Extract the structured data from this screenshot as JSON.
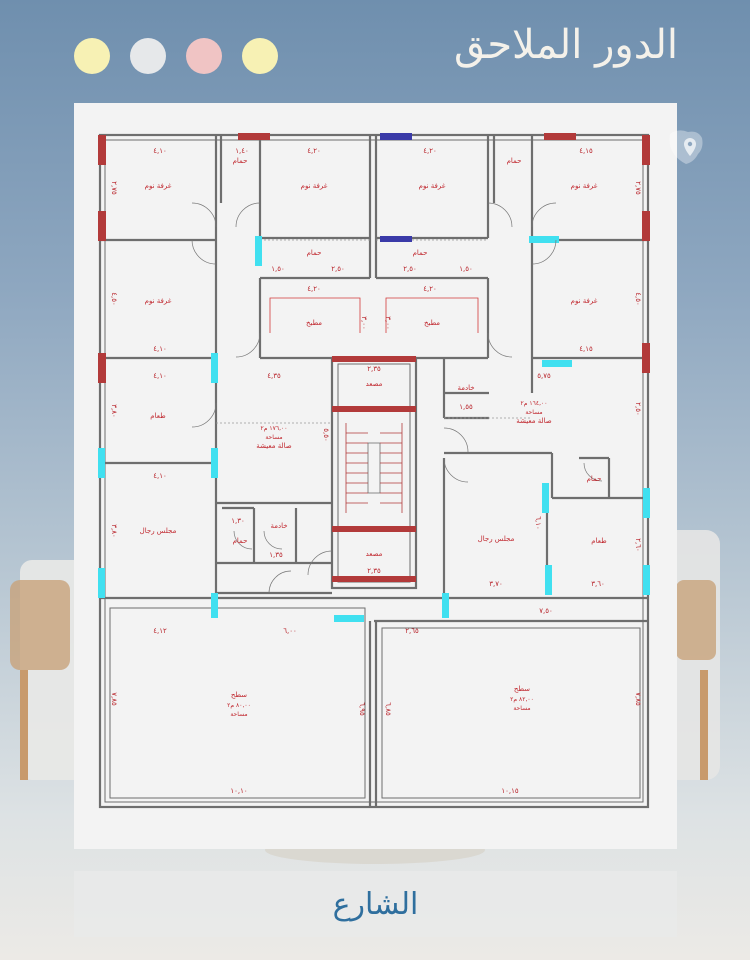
{
  "header": {
    "title": "الدور الملاحق",
    "dot_colors": [
      "#f7f1b4",
      "#e6e8ea",
      "#f0c4c4",
      "#f7f1b4"
    ]
  },
  "footer": {
    "street_label": "الشارع"
  },
  "colors": {
    "wall": "#6e6e6e",
    "label": "#c0262d",
    "window": "#40e0f0",
    "door_red": "#b23a3a",
    "door_blue": "#3a3aa8"
  },
  "rooms": {
    "bed_tl": "غرفة نوم",
    "bed_tc1": "غرفة نوم",
    "bed_tc2": "غرفة نوم",
    "bed_tr": "غرفة نوم",
    "bed_ml": "غرفة نوم",
    "bed_mr": "غرفة نوم",
    "bath_1": "حمام",
    "bath_2": "حمام",
    "bath_3": "حمام",
    "bath_4": "حمام",
    "bath_5": "حمام",
    "bath_6": "حمام",
    "kitchen_l": "مطبخ",
    "kitchen_r": "مطبخ",
    "elevator_top": "مصعد",
    "elevator_bot": "مصعد",
    "maid_r": "خادمة",
    "maid_l": "خادمة",
    "dining_l": "طعام",
    "dining_r": "طعام",
    "living_l": "صالة معيشة",
    "living_r": "صالة معيشة",
    "majlis_l": "مجلس رجال",
    "majlis_r": "مجلس رجال",
    "roof_l": "سطح",
    "roof_r": "سطح",
    "area_word": "مساحة",
    "living_l_area": "١٧٦,٠٠ م٢",
    "living_r_area": "١٦٤,٠٠ م٢",
    "roof_l_area": "٨٠,٠٠ م٢",
    "roof_r_area": "٨٢,٠٠ م٢"
  },
  "dims": {
    "d_410_a": "٤,١٠",
    "d_410_b": "٤,١٠",
    "d_410_c": "٤,١٠",
    "d_410_d": "٤,١٠",
    "d_140": "١,٤٠",
    "d_420_a": "٤,٢٠",
    "d_420_b": "٤,٢٠",
    "d_420_c": "٤,٢٠",
    "d_420_d": "٤,٢٠",
    "d_415_a": "٤,١٥",
    "d_415_b": "٤,١٥",
    "d_275_a": "٢,٧٥",
    "d_275_b": "٢,٧٥",
    "d_450_a": "٤,٥٠",
    "d_450_b": "٤,٥٠",
    "d_150_a": "١,٥٠",
    "d_250_a": "٢,٥٠",
    "d_250_b": "٢,٥٠",
    "d_150_b": "١,٥٠",
    "d_300_a": "٣,٠٠",
    "d_300_b": "٣,٠٠",
    "d_435": "٤,٣٥",
    "d_235_a": "٢,٣٥",
    "d_235_b": "٢,٣٥",
    "d_575": "٥,٧٥",
    "d_155": "١,٥٥",
    "d_380_a": "٣,٨٠",
    "d_380_b": "٣,٨٠",
    "d_550": "٥,٥٠",
    "d_250_c": "٢,٥٠",
    "d_130": "١,٣٠",
    "d_135": "١,٣٥",
    "d_610": "٦,١٠",
    "d_370": "٣,٧٠",
    "d_360": "٣,٦٠",
    "d_260": "٢,٦٠",
    "d_412": "٤,١٢",
    "d_600": "٦,٠٠",
    "d_265": "٢,٦٥",
    "d_750": "٧,٥٠",
    "d_785_a": "٧,٨٥",
    "d_785_b": "٧,٨٥",
    "d_695": "٦,٩٥",
    "d_685": "٦,٨٥",
    "d_1010": "١٠,١٠",
    "d_1015": "١٠,١٥"
  }
}
